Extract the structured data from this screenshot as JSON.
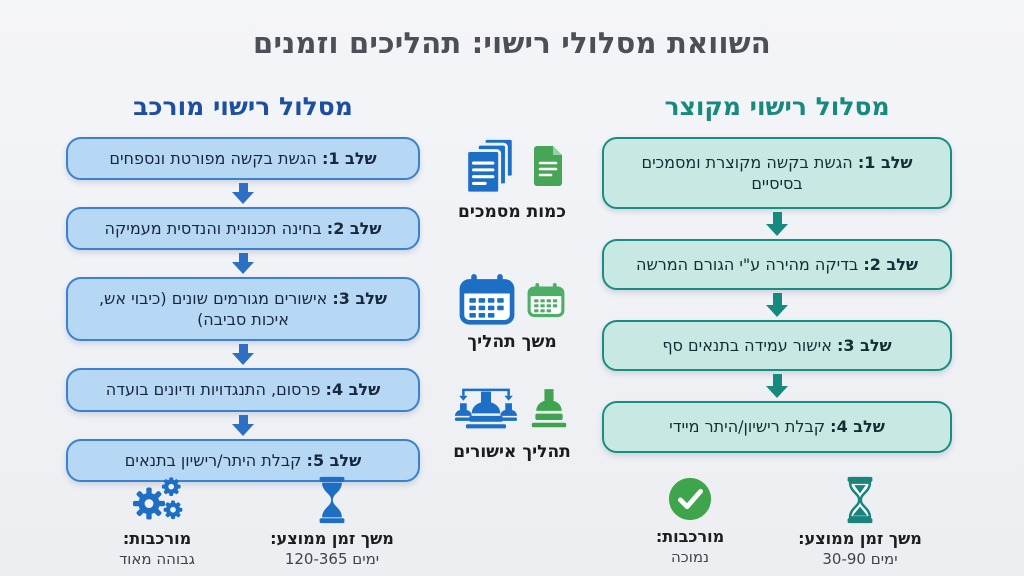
{
  "title": "השוואת מסלולי רישוי: תהליכים וזמנים",
  "complex_track": {
    "title": "מסלול רישוי מורכב",
    "steps": [
      {
        "label": "שלב 1:",
        "text": "הגשת בקשה מפורטת ונספחים"
      },
      {
        "label": "שלב 2:",
        "text": "בחינה תכנונית והנדסית מעמיקה"
      },
      {
        "label": "שלב 3:",
        "text": "אישורים מגורמים שונים (כיבוי אש, איכות סביבה)"
      },
      {
        "label": "שלב 4:",
        "text": "פרסום, התנגדויות ודיונים בועדה"
      },
      {
        "label": "שלב 5:",
        "text": "קבלת היתר/רישיון בתנאים"
      }
    ]
  },
  "short_track": {
    "title": "מסלול רישוי מקוצר",
    "steps": [
      {
        "label": "שלב 1:",
        "text": "הגשת בקשה מקוצרת ומסמכים בסיסיים"
      },
      {
        "label": "שלב 2:",
        "text": "בדיקה מהירה ע\"י הגורם המרשה"
      },
      {
        "label": "שלב 3:",
        "text": "אישור עמידה בתנאים סף"
      },
      {
        "label": "שלב 4:",
        "text": "קבלת רישיון/היתר מיידי"
      }
    ]
  },
  "legend": {
    "documents": {
      "label": "כמות מסמכים",
      "icons": [
        "documents-stack-blue",
        "document-green"
      ]
    },
    "duration": {
      "label": "משך תהליך",
      "icons": [
        "calendar-blue",
        "calendar-green"
      ]
    },
    "approvals": {
      "label": "תהליך אישורים",
      "icons": [
        "stamps-multi-blue",
        "stamp-green"
      ]
    }
  },
  "stats": {
    "complex_complexity": {
      "icon": "gears-blue",
      "label": "מורכבות:",
      "value": "גבוהה מאוד"
    },
    "complex_duration": {
      "icon": "hourglass-blue",
      "label": "משך זמן ממוצע:",
      "value": "120-365 ימים"
    },
    "short_complexity": {
      "icon": "check-circle-green",
      "label": "מורכבות:",
      "value": "נמוכה"
    },
    "short_duration": {
      "icon": "hourglass-teal",
      "label": "משך זמן ממוצע:",
      "value": "30-90 ימים"
    }
  },
  "colors": {
    "background": "#eff1f5",
    "title_text": "#4c5056",
    "complex_header": "#1d4fa0",
    "complex_box_fill": "#b7d8f4",
    "complex_box_border": "#3a82ce",
    "complex_arrow": "#2d6fc2",
    "complex_icon_blue": "#1c6fc4",
    "short_header": "#17897d",
    "short_box_fill": "#c8e9e3",
    "short_box_border": "#1b8c82",
    "short_arrow": "#17897f",
    "icon_green": "#47a656",
    "hourglass_teal": "#18857d"
  }
}
